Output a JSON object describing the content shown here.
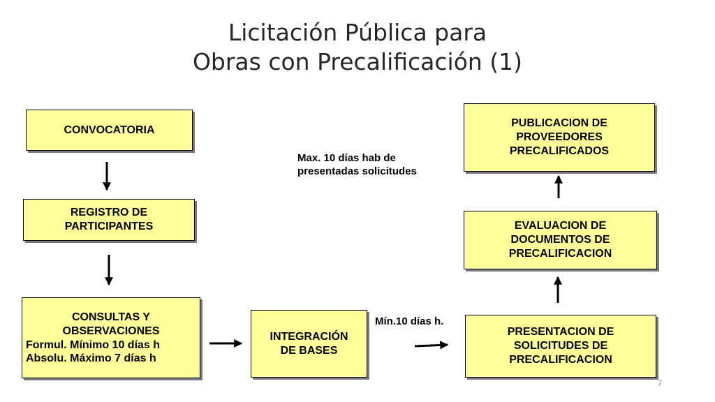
{
  "title": {
    "line1": "Licitación Pública para",
    "line2": "Obras con Precalificación (1)"
  },
  "boxes": {
    "convocatoria": "CONVOCATORIA",
    "registro": {
      "line1": "REGISTRO DE",
      "line2": "PARTICIPANTES"
    },
    "consultas": {
      "line1": "CONSULTAS Y",
      "line2": "OBSERVACIONES",
      "formul": "Formul. Mínimo 10 días h",
      "absolu": "Absolu. Máximo 7 días h"
    },
    "integracion": {
      "line1": "INTEGRACIÓN",
      "line2": "DE BASES"
    },
    "presentacion": {
      "line1": "PRESENTACION DE",
      "line2": "SOLICITUDES DE",
      "line3": "PRECALIFICACION"
    },
    "evaluacion": {
      "line1": "EVALUACION DE",
      "line2": "DOCUMENTOS DE",
      "line3": "PRECALIFICACION"
    },
    "publicacion": {
      "line1": "PUBLICACION DE",
      "line2": "PROVEEDORES",
      "line3": "PRECALIFICADOS"
    }
  },
  "notes": {
    "max": {
      "line1": "Max. 10 días hab de",
      "line2": "presentadas solicitudes"
    },
    "min": "Mín.10  días h."
  },
  "page_number": "7",
  "colors": {
    "box_fill": "#ffff99",
    "border": "#000000",
    "shadow": "#7a7a7a",
    "title": "#262626"
  }
}
